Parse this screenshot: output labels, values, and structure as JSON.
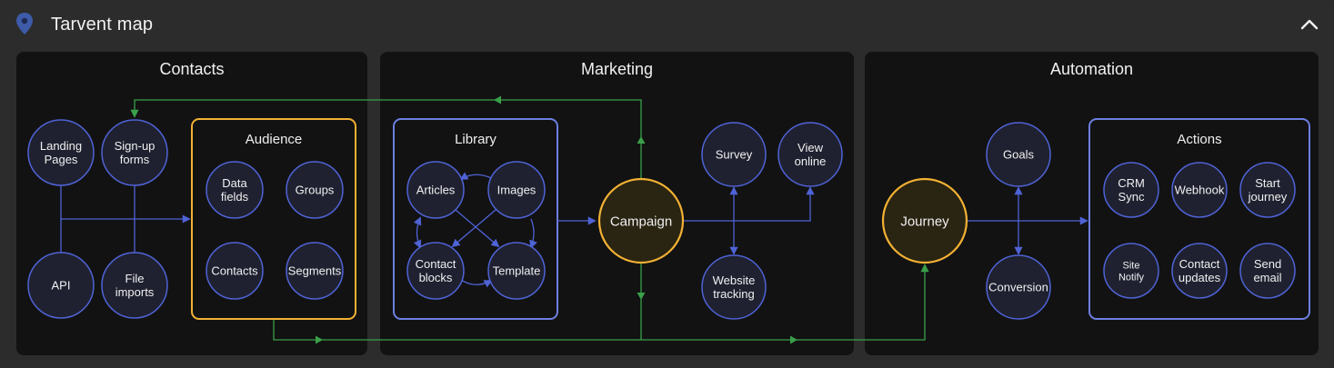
{
  "header": {
    "title": "Tarvent map",
    "icon": "map-pin-icon",
    "collapse_icon": "chevron-up-icon"
  },
  "colors": {
    "background": "#2c2c2c",
    "panel": "#121212",
    "node_fill": "#1f2130",
    "blue": "#4f63d6",
    "orange": "#f2b134",
    "green": "#3aa04a",
    "hub_fill": "#2a2412"
  },
  "sections": {
    "contacts": "Contacts",
    "marketing": "Marketing",
    "automation": "Automation"
  },
  "groups": {
    "audience": "Audience",
    "library": "Library",
    "actions": "Actions"
  },
  "nodes": {
    "landing_pages": [
      "Landing",
      "Pages"
    ],
    "signup_forms": [
      "Sign-up",
      "forms"
    ],
    "api": [
      "API"
    ],
    "file_imports": [
      "File",
      "imports"
    ],
    "data_fields": [
      "Data",
      "fields"
    ],
    "groups": [
      "Groups"
    ],
    "contacts": [
      "Contacts"
    ],
    "segments": [
      "Segments"
    ],
    "articles": [
      "Articles"
    ],
    "images": [
      "Images"
    ],
    "contact_blocks": [
      "Contact",
      "blocks"
    ],
    "template": [
      "Template"
    ],
    "campaign": [
      "Campaign"
    ],
    "survey": [
      "Survey"
    ],
    "view_online": [
      "View",
      "online"
    ],
    "website_tracking": [
      "Website",
      "tracking"
    ],
    "journey": [
      "Journey"
    ],
    "goals": [
      "Goals"
    ],
    "conversion": [
      "Conversion"
    ],
    "crm_sync": [
      "CRM",
      "Sync"
    ],
    "webhook": [
      "Webhook"
    ],
    "start_journey": [
      "Start",
      "journey"
    ],
    "site_notify": [
      "Site",
      "Notify"
    ],
    "contact_updates": [
      "Contact",
      "updates"
    ],
    "send_email": [
      "Send",
      "email"
    ]
  }
}
